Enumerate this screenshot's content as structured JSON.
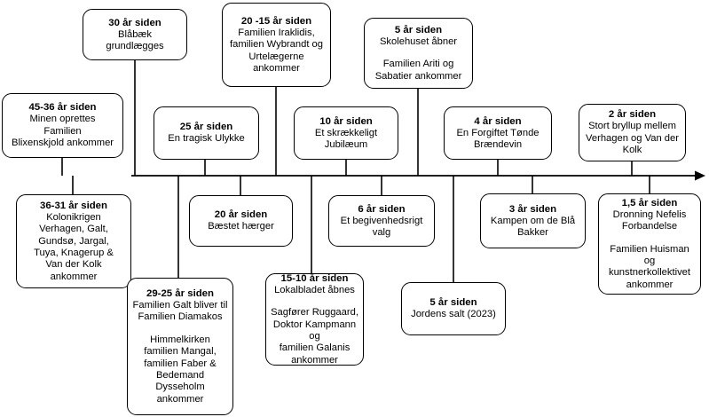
{
  "diagram": {
    "kind": "timeline",
    "axis": {
      "name": "timeline-axis",
      "direction": "left-to-right",
      "arrow": true
    },
    "events": [
      {
        "id": "minen",
        "title": "45-36 år siden",
        "body": "Minen oprettes\nFamilien\nBlixenskjold ankommer",
        "body2": "",
        "side": "above"
      },
      {
        "id": "blaabaek",
        "title": "30 år siden",
        "body": "Blåbæk grundlægges",
        "body2": "",
        "side": "above"
      },
      {
        "id": "iraklidis",
        "title": "20 -15 år siden",
        "body": "Familien Iraklidis,\nfamilien Wybrandt og\nUrtelægerne\nankommer",
        "body2": "",
        "side": "above"
      },
      {
        "id": "skolehuset",
        "title": "5 år siden",
        "body": "Skolehuset åbner",
        "body2": "Familien Ariti og\nSabatier ankommer",
        "side": "above"
      },
      {
        "id": "ulykke",
        "title": "25 år siden",
        "body": "En tragisk Ulykke",
        "body2": "",
        "side": "above"
      },
      {
        "id": "jubilaeum",
        "title": "10 år siden",
        "body": "Et skrækkeligt\nJubilæum",
        "body2": "",
        "side": "above"
      },
      {
        "id": "toende",
        "title": "4 år siden",
        "body": "En Forgiftet Tønde\nBrændevin",
        "body2": "",
        "side": "above"
      },
      {
        "id": "bryllup",
        "title": "2 år siden",
        "body": "Stort bryllup mellem\nVerhagen og Van der\nKolk",
        "body2": "",
        "side": "above"
      },
      {
        "id": "kolonikrigen",
        "title": "36-31 år siden",
        "body": "Kolonikrigen\nVerhagen, Galt,\nGundsø, Jargal,\nTuya, Knagerup &\nVan der Kolk\nankommer",
        "body2": "",
        "side": "below"
      },
      {
        "id": "baestet",
        "title": "20 år siden",
        "body": "Bæstet hærger",
        "body2": "",
        "side": "below"
      },
      {
        "id": "valg",
        "title": "6 år siden",
        "body": "Et begivenhedsrigt\nvalg",
        "body2": "",
        "side": "below"
      },
      {
        "id": "blaabakker",
        "title": "3 år siden",
        "body": "Kampen om de Blå\nBakker",
        "body2": "",
        "side": "below"
      },
      {
        "id": "nefelis",
        "title": "1,5 år siden",
        "body": "Dronning Nefelis\nForbandelse",
        "body2": "Familien Huisman og\nkunstnerkollektivet\nankommer",
        "side": "below"
      },
      {
        "id": "diamakos",
        "title": "29-25 år siden",
        "body": "Familien Galt bliver til\nFamilien Diamakos",
        "body2": "Himmelkirken\nfamilien Mangal,\nfamilien Faber &\nBedemand\nDysseholm\nankommer",
        "side": "below"
      },
      {
        "id": "lokalbladet",
        "title": "15-10 år siden",
        "body": "Lokalbladet åbnes",
        "body2": "Sagfører Ruggaard,\nDoktor Kampmann og\nfamilien Galanis\nankommer",
        "side": "below"
      },
      {
        "id": "jordenssalt",
        "title": "5 år siden",
        "body": "Jordens salt (2023)",
        "body2": "",
        "side": "below"
      }
    ]
  }
}
